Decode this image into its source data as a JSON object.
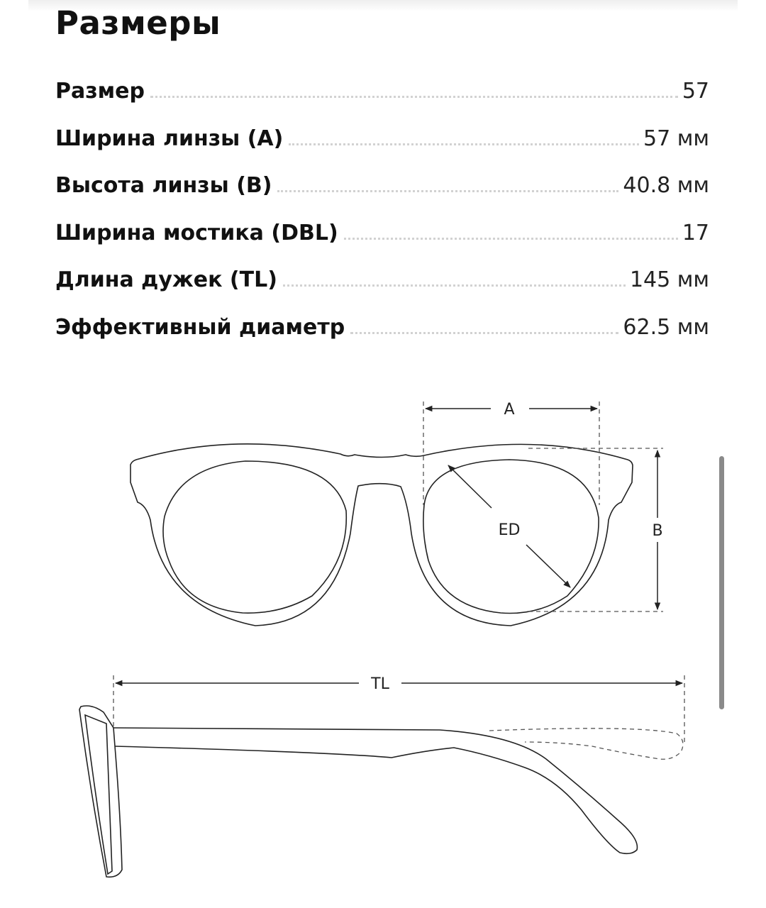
{
  "title": "Размеры",
  "specs": [
    {
      "label": "Размер",
      "value": "57"
    },
    {
      "label": "Ширина линзы (A)",
      "value": "57 мм"
    },
    {
      "label": "Высота линзы (B)",
      "value": "40.8 мм"
    },
    {
      "label": "Ширина мостика (DBL)",
      "value": "17"
    },
    {
      "label": "Длина дужек (TL)",
      "value": "145 мм"
    },
    {
      "label": "Эффективный диаметр",
      "value": "62.5 мм"
    }
  ],
  "diagram": {
    "label_a": "A",
    "label_b": "B",
    "label_ed": "ED",
    "label_tl": "TL"
  },
  "colors": {
    "line": "#222222",
    "dash": "#555555",
    "dots": "#d2d2d2",
    "scrollbar": "#8a8a8a"
  }
}
